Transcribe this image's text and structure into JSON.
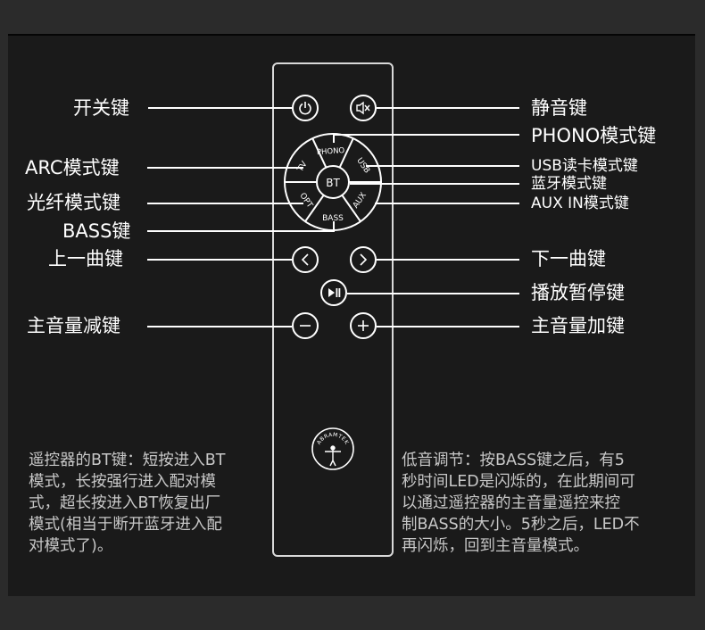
{
  "labels_left": {
    "power": "开关键",
    "arc": "ARC模式键",
    "optical": "光纤模式键",
    "bass": "BASS键",
    "prev": "上一曲键",
    "vol_down": "主音量减键"
  },
  "labels_right": {
    "mute": "静音键",
    "phono": "PHONO模式键",
    "usb": "USB读卡模式键",
    "bt": "蓝牙模式键",
    "aux": "AUX IN模式键",
    "next": "下一曲键",
    "play_pause": "播放暂停键",
    "vol_up": "主音量加键"
  },
  "dial": {
    "center": "BT",
    "phono": "PHONO",
    "usb": "USB",
    "aux": "AUX",
    "bass": "BASS",
    "opt": "OPT",
    "tv": "TV"
  },
  "logo_text": "ABRAMTEK",
  "desc_left": [
    "遥控器的BT键：短按进入BT",
    "模式，长按强行进入配对模",
    "式，超长按进入BT恢复出厂",
    "模式(相当于断开蓝牙进入配",
    "对模式了)。"
  ],
  "desc_right": [
    "低音调节：按BASS键之后，有5",
    "秒时间LED是闪烁的，在此期间可",
    "以通过遥控器的主音量遥控来控",
    "制BASS的大小。5秒之后，LED不",
    "再闪烁，回到主音量模式。"
  ],
  "colors": {
    "background": "#1a1a1a",
    "foreground": "#ffffff",
    "description_text": "#c8c8c8"
  }
}
